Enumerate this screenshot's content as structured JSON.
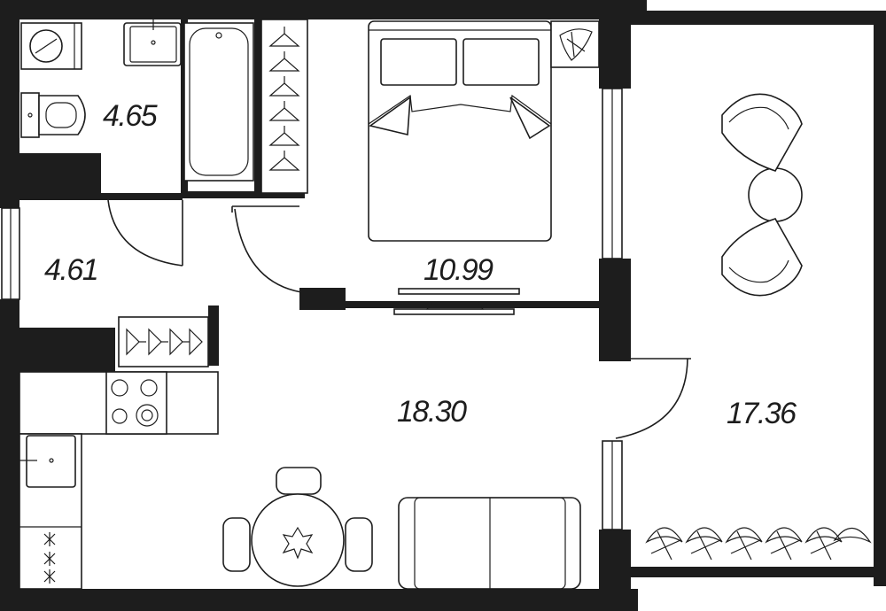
{
  "rooms": {
    "bathroom_area": "4.65",
    "hallway_area": "4.61",
    "bedroom_area": "10.99",
    "living_area": "18.30",
    "balcony_area": "17.36"
  },
  "colors": {
    "wall": "#1d1d1d",
    "background": "#ffffff"
  }
}
